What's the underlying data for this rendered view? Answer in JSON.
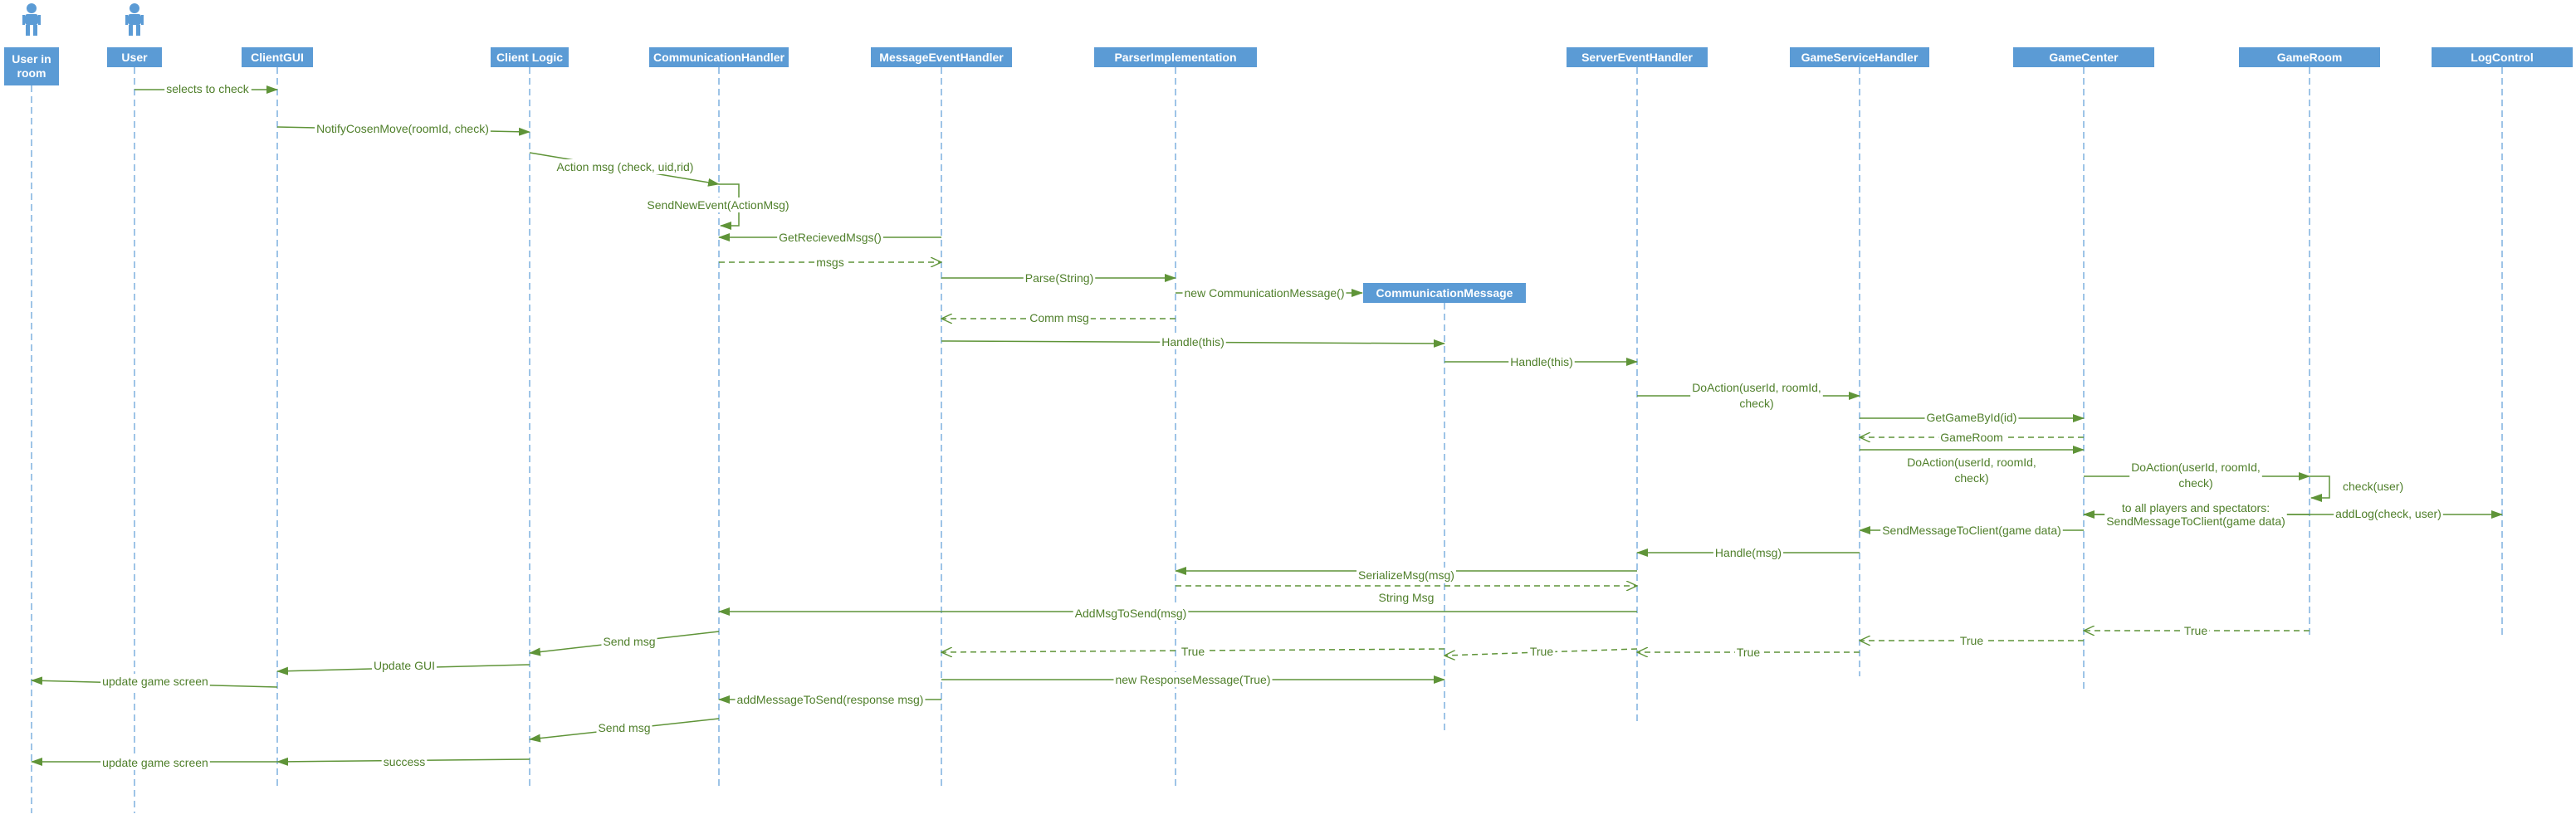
{
  "diagram": {
    "colors": {
      "header": "#5b9bd5",
      "lifeline": "#7fb0df",
      "message": "#5f9438",
      "text": "#4f7f2a"
    },
    "actors": [
      {
        "id": "user_in_room",
        "icon": "person-icon"
      },
      {
        "id": "user",
        "icon": "person-icon"
      }
    ],
    "participants": [
      {
        "id": "user_in_room",
        "label": "User in room"
      },
      {
        "id": "user",
        "label": "User"
      },
      {
        "id": "client_gui",
        "label": "ClientGUI"
      },
      {
        "id": "client_logic",
        "label": "Client Logic"
      },
      {
        "id": "communication_handler",
        "label": "CommunicationHandler"
      },
      {
        "id": "message_event_handler",
        "label": "MessageEventHandler"
      },
      {
        "id": "parser_implementation",
        "label": "ParserImplementation"
      },
      {
        "id": "communication_message",
        "label": "CommunicationMessage"
      },
      {
        "id": "server_event_handler",
        "label": "ServerEventHandler"
      },
      {
        "id": "game_service_handler",
        "label": "GameServiceHandler"
      },
      {
        "id": "game_center",
        "label": "GameCenter"
      },
      {
        "id": "game_room",
        "label": "GameRoom"
      },
      {
        "id": "log_control",
        "label": "LogControl"
      }
    ],
    "messages": [
      {
        "label": "selects to check",
        "from": "user",
        "to": "client_gui",
        "kind": "call"
      },
      {
        "label": "NotifyCosenMove(roomId, check)",
        "from": "client_gui",
        "to": "client_logic",
        "kind": "call"
      },
      {
        "label": "Action msg (check,  uid,rid)",
        "from": "client_logic",
        "to": "communication_handler",
        "kind": "call"
      },
      {
        "label": "SendNewEvent(ActionMsg)",
        "from": "communication_handler",
        "to": "communication_handler",
        "kind": "self"
      },
      {
        "label": "GetRecievedMsgs()",
        "from": "message_event_handler",
        "to": "communication_handler",
        "kind": "call"
      },
      {
        "label": "msgs",
        "from": "communication_handler",
        "to": "message_event_handler",
        "kind": "return"
      },
      {
        "label": "Parse(String)",
        "from": "message_event_handler",
        "to": "parser_implementation",
        "kind": "call"
      },
      {
        "label": "new CommunicationMessage()",
        "from": "parser_implementation",
        "to": "communication_message",
        "kind": "create"
      },
      {
        "label": "Comm msg",
        "from": "parser_implementation",
        "to": "message_event_handler",
        "kind": "return"
      },
      {
        "label": "Handle(this)",
        "from": "message_event_handler",
        "to": "communication_message",
        "kind": "call"
      },
      {
        "label": "Handle(this)",
        "from": "communication_message",
        "to": "server_event_handler",
        "kind": "call"
      },
      {
        "label": "DoAction(userId, roomId, check)",
        "from": "server_event_handler",
        "to": "game_service_handler",
        "kind": "call"
      },
      {
        "label": "GetGameById(id)",
        "from": "game_service_handler",
        "to": "game_center",
        "kind": "call"
      },
      {
        "label": "GameRoom",
        "from": "game_center",
        "to": "game_service_handler",
        "kind": "return"
      },
      {
        "label": "DoAction(userId, roomId, check)",
        "from": "game_service_handler",
        "to": "game_center",
        "kind": "call"
      },
      {
        "label": "DoAction(userId, roomId, check)",
        "from": "game_center",
        "to": "game_room",
        "kind": "call"
      },
      {
        "label": "check(user)",
        "from": "game_room",
        "to": "game_room",
        "kind": "self"
      },
      {
        "label": "to all players and spectators: SendMessageToClient(game data)",
        "from": "game_room",
        "to": "game_center",
        "kind": "call"
      },
      {
        "label": "addLog(check, user)",
        "from": "game_center",
        "to": "log_control",
        "kind": "call"
      },
      {
        "label": "SendMessageToClient(game data)",
        "from": "game_center",
        "to": "game_service_handler",
        "kind": "call"
      },
      {
        "label": "Handle(msg)",
        "from": "game_service_handler",
        "to": "server_event_handler",
        "kind": "call"
      },
      {
        "label": "SerializeMsg(msg)",
        "from": "server_event_handler",
        "to": "parser_implementation",
        "kind": "call"
      },
      {
        "label": "String Msg",
        "from": "parser_implementation",
        "to": "server_event_handler",
        "kind": "return"
      },
      {
        "label": "AddMsgToSend(msg)",
        "from": "server_event_handler",
        "to": "communication_handler",
        "kind": "call"
      },
      {
        "label": "Send msg",
        "from": "communication_handler",
        "to": "client_logic",
        "kind": "call"
      },
      {
        "label": "Update GUI",
        "from": "client_logic",
        "to": "client_gui",
        "kind": "call"
      },
      {
        "label": "update game screen",
        "from": "client_gui",
        "to": "user_in_room",
        "kind": "call"
      },
      {
        "label": "True",
        "from": "game_room",
        "to": "game_center",
        "kind": "return"
      },
      {
        "label": "True",
        "from": "game_center",
        "to": "game_service_handler",
        "kind": "return"
      },
      {
        "label": "True",
        "from": "game_service_handler",
        "to": "server_event_handler",
        "kind": "return"
      },
      {
        "label": "True",
        "from": "server_event_handler",
        "to": "communication_message",
        "kind": "return"
      },
      {
        "label": "True",
        "from": "communication_message",
        "to": "message_event_handler",
        "kind": "return"
      },
      {
        "label": "new ResponseMessage(True)",
        "from": "message_event_handler",
        "to": "communication_message",
        "kind": "call"
      },
      {
        "label": "addMessageToSend(response msg)",
        "from": "message_event_handler",
        "to": "communication_handler",
        "kind": "call"
      },
      {
        "label": "Send msg",
        "from": "communication_handler",
        "to": "client_logic",
        "kind": "call"
      },
      {
        "label": "success",
        "from": "client_logic",
        "to": "client_gui",
        "kind": "call"
      },
      {
        "label": "update game screen",
        "from": "client_gui",
        "to": "user_in_room",
        "kind": "call"
      }
    ]
  }
}
